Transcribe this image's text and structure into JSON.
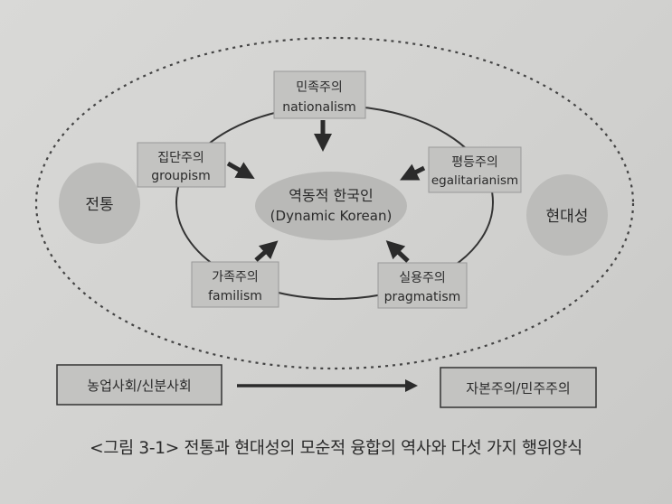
{
  "diagram": {
    "left_circle": "전통",
    "right_circle": "현대성",
    "center": {
      "line1": "역동적 한국인",
      "line2": "(Dynamic Korean)"
    },
    "values": [
      {
        "ko": "민족주의",
        "en": "nationalism"
      },
      {
        "ko": "집단주의",
        "en": "groupism"
      },
      {
        "ko": "평등주의",
        "en": "egalitarianism"
      },
      {
        "ko": "가족주의",
        "en": "familism"
      },
      {
        "ko": "실용주의",
        "en": "pragmatism"
      }
    ],
    "from_society": "농업사회/신분사회",
    "to_society": "자본주의/민주주의"
  },
  "caption": "<그림 3-1> 전통과 현대성의 모순적 융합의 역사와 다섯 가지 행위양식"
}
